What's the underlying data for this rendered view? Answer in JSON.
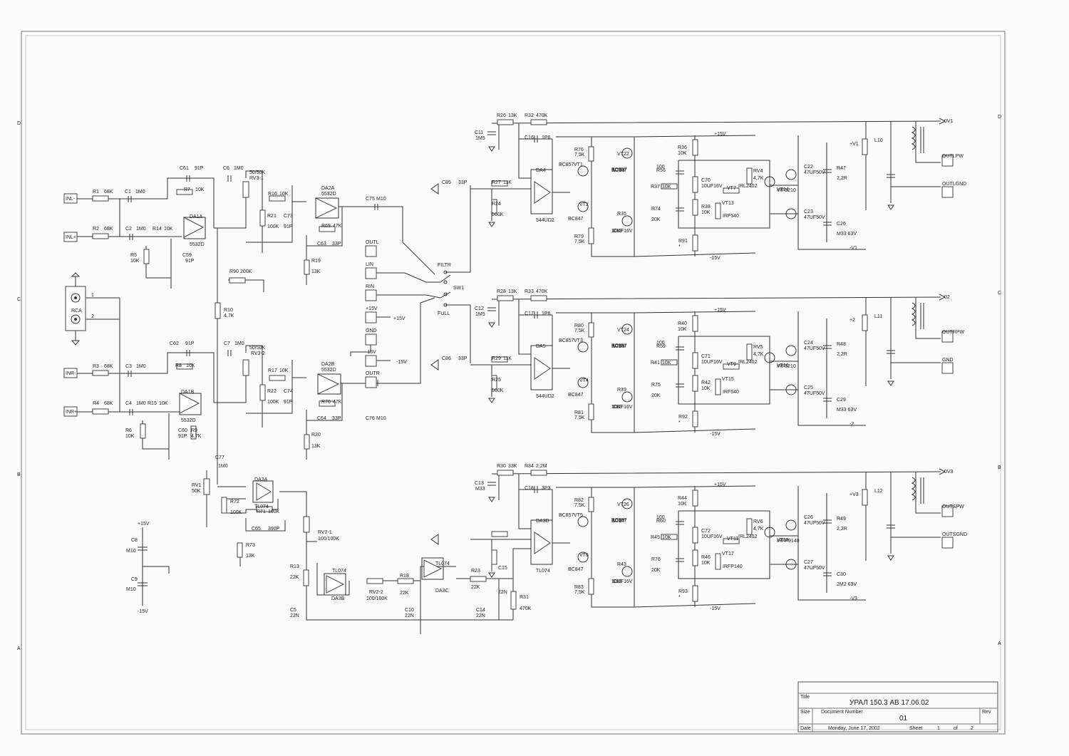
{
  "title_block": {
    "title_label": "Title",
    "title": "УРАЛ 150.3 АВ  17.06.02",
    "size_label": "Size",
    "document_number_label": "Document Number",
    "document_number": "01",
    "rev_label": "Rev",
    "date_label": "Date",
    "date": "Monday, June 17, 2002",
    "sheet_label": "Sheet",
    "sheet": "1",
    "of_label": "of",
    "of": "2"
  },
  "border_letters": [
    "D",
    "C",
    "B",
    "A"
  ],
  "connectors": {
    "inputs": [
      "INL-",
      "INL+",
      "INR-",
      "INR+"
    ],
    "rca": "RCA",
    "middle": [
      "OUTL",
      "LIN",
      "RIN",
      "+15V",
      "GND",
      "-15V",
      "OUTR"
    ],
    "outputs_ch1": [
      "0V1",
      "OUTLPW",
      "OUTLGND"
    ],
    "outputs_ch2": [
      "02",
      "OUTRPW",
      "GND"
    ],
    "outputs_ch3": [
      "0V3",
      "OUTSPW",
      "OUTSGND"
    ]
  },
  "switch": {
    "name": "SW1",
    "filtr": "FILTR",
    "full": "FULL"
  },
  "input_stage": [
    {
      "n": "R1",
      "v": "68K"
    },
    {
      "n": "C1",
      "v": "1M0"
    },
    {
      "n": "C61",
      "v": "91P"
    },
    {
      "n": "C6",
      "v": "1M0"
    },
    {
      "n": "R7",
      "v": "10K"
    },
    {
      "n": "R2",
      "v": "68K"
    },
    {
      "n": "C2",
      "v": "1M0"
    },
    {
      "n": "R14",
      "v": "10K"
    },
    {
      "n": "DA1A",
      "v": "5532D"
    },
    {
      "n": "C59",
      "v": "91P"
    },
    {
      "n": "R5",
      "v": "10K"
    },
    {
      "n": "RV3-1",
      "v": "50/50K"
    },
    {
      "n": "R16",
      "v": "10K"
    },
    {
      "n": "DA2A",
      "v": "5532D"
    },
    {
      "n": "R21",
      "v": "100K"
    },
    {
      "n": "C73",
      "v": "91P"
    },
    {
      "n": "R69",
      "v": "47K"
    },
    {
      "n": "C63",
      "v": "33P"
    },
    {
      "n": "R19",
      "v": "13K"
    },
    {
      "n": "C75",
      "v": "M10"
    },
    {
      "n": "R90",
      "v": "200K"
    },
    {
      "n": "R10",
      "v": "4,7K"
    },
    {
      "n": "C62",
      "v": "91P"
    },
    {
      "n": "C7",
      "v": "1M0"
    },
    {
      "n": "R3",
      "v": "68K"
    },
    {
      "n": "C3",
      "v": "1M0"
    },
    {
      "n": "R8",
      "v": "10K"
    },
    {
      "n": "RV3-2",
      "v": "50/50K"
    },
    {
      "n": "R17",
      "v": "10K"
    },
    {
      "n": "DA2B",
      "v": "5532D"
    },
    {
      "n": "R22",
      "v": "100K"
    },
    {
      "n": "C74",
      "v": "91P"
    },
    {
      "n": "R70",
      "v": "47K"
    },
    {
      "n": "C64",
      "v": "33P"
    },
    {
      "n": "C76",
      "v": "M10"
    },
    {
      "n": "R20",
      "v": "13K"
    },
    {
      "n": "R4",
      "v": "68K"
    },
    {
      "n": "C4",
      "v": "1M0"
    },
    {
      "n": "R15",
      "v": "10K"
    },
    {
      "n": "DA1B",
      "v": "5532D"
    },
    {
      "n": "R6",
      "v": "10K"
    },
    {
      "n": "C60",
      "v": "91P"
    },
    {
      "n": "R9",
      "v": "4,7K"
    },
    {
      "n": "C77",
      "v": "1M0"
    }
  ],
  "sub_stage": [
    {
      "n": "RV1",
      "v": "50K"
    },
    {
      "n": "DA3A",
      "v": "TL074"
    },
    {
      "n": "R72",
      "v": "100K"
    },
    {
      "n": "R71",
      "v": "100K"
    },
    {
      "n": "C65",
      "v": "390P"
    },
    {
      "n": "R73",
      "v": "13K"
    },
    {
      "n": "RV2-1",
      "v": "100/100K"
    },
    {
      "n": "R13",
      "v": "22K"
    },
    {
      "n": "DA3B",
      "v": "TL074"
    },
    {
      "n": "RV2-2",
      "v": "100/100K"
    },
    {
      "n": "R18",
      "v": "22K"
    },
    {
      "n": "DA3C",
      "v": "TL074"
    },
    {
      "n": "R23",
      "v": "22K"
    },
    {
      "n": "C15",
      "v": "22N"
    },
    {
      "n": "C14",
      "v": "22N"
    },
    {
      "n": "C10",
      "v": "22N"
    },
    {
      "n": "C5",
      "v": "22N"
    },
    {
      "n": "R31",
      "v": "470K"
    },
    {
      "n": "C8",
      "v": "M10"
    },
    {
      "n": "C9",
      "v": "M10"
    }
  ],
  "supply": {
    "pos": "+15V",
    "neg": "-15V"
  },
  "ch1": {
    "top": [
      {
        "n": "R26",
        "v": "13K"
      },
      {
        "n": "R32",
        "v": "470K"
      },
      {
        "n": "C11",
        "v": "1M5"
      },
      {
        "n": "C16",
        "v": "1P6"
      }
    ],
    "in": [
      {
        "n": "C85",
        "v": "33P"
      },
      {
        "n": "R27",
        "v": "11K"
      },
      {
        "n": "R24",
        "v": "560K"
      }
    ],
    "opamp": {
      "n": "DA4",
      "v": "544UD2"
    },
    "parts": [
      {
        "n": "R76",
        "v": "7,5K"
      },
      {
        "n": "VT1",
        "v": "BC857"
      },
      {
        "n": "VT2",
        "v": "BC847"
      },
      {
        "n": "R79",
        "v": "7,5K"
      },
      {
        "n": "VT22",
        "v": "BC847"
      },
      {
        "n": "VT23",
        "v": "BC857"
      },
      {
        "n": "R35",
        "v": "10K"
      },
      {
        "n": "C19",
        "v": "10UF16V"
      },
      {
        "n": "R36",
        "v": "10K"
      },
      {
        "n": "R56",
        "v": "100"
      },
      {
        "n": "C70",
        "v": "10UF16V"
      },
      {
        "n": "R37",
        "v": "10K"
      },
      {
        "n": "R38",
        "v": "10K"
      },
      {
        "n": "R74",
        "v": "20K"
      },
      {
        "n": "R91",
        "v": "*"
      },
      {
        "n": "RV4",
        "v": "4,7K"
      },
      {
        "n": "VT7",
        "v": "IRL2402"
      },
      {
        "n": "VT13",
        "v": "IRF540"
      },
      {
        "n": "VT14",
        "v": "IRF5210"
      },
      {
        "n": "C22",
        "v": "47UF50V"
      },
      {
        "n": "C23",
        "v": "47UF50V"
      },
      {
        "n": "R47",
        "v": "2,2R"
      },
      {
        "n": "C26",
        "v": "M33 63V"
      },
      {
        "n": "L10",
        "v": ""
      }
    ],
    "rails": [
      "+V1",
      "-V1"
    ]
  },
  "ch2": {
    "top": [
      {
        "n": "R28",
        "v": "13K"
      },
      {
        "n": "R33",
        "v": "470K"
      },
      {
        "n": "C12",
        "v": "1M5"
      },
      {
        "n": "C17",
        "v": "1P6"
      }
    ],
    "in": [
      {
        "n": "C86",
        "v": "33P"
      },
      {
        "n": "R29",
        "v": "11K"
      },
      {
        "n": "R25",
        "v": "560K"
      }
    ],
    "opamp": {
      "n": "DA5",
      "v": "544UD2"
    },
    "parts": [
      {
        "n": "R80",
        "v": "7,5K"
      },
      {
        "n": "VT3",
        "v": "BC857"
      },
      {
        "n": "VT4",
        "v": "BC847"
      },
      {
        "n": "R81",
        "v": "7,5K"
      },
      {
        "n": "VT24",
        "v": "BC847"
      },
      {
        "n": "VT25",
        "v": "BC857"
      },
      {
        "n": "R39",
        "v": "10K"
      },
      {
        "n": "C20",
        "v": "10UF16V"
      },
      {
        "n": "R40",
        "v": "10K"
      },
      {
        "n": "R59",
        "v": "100"
      },
      {
        "n": "C71",
        "v": "10UF16V"
      },
      {
        "n": "R41",
        "v": "10K"
      },
      {
        "n": "R42",
        "v": "10K"
      },
      {
        "n": "R75",
        "v": "20K"
      },
      {
        "n": "R92",
        "v": "*"
      },
      {
        "n": "RV5",
        "v": "4,7K"
      },
      {
        "n": "VT9",
        "v": "IRL2402"
      },
      {
        "n": "VT15",
        "v": "IRF540"
      },
      {
        "n": "VT16",
        "v": "IRF5210"
      },
      {
        "n": "C24",
        "v": "47UF50V"
      },
      {
        "n": "C25",
        "v": "47UF50V"
      },
      {
        "n": "R48",
        "v": "2,2R"
      },
      {
        "n": "C29",
        "v": "M33 63V"
      },
      {
        "n": "L11",
        "v": ""
      }
    ],
    "rails": [
      "+2",
      "-2"
    ]
  },
  "ch3": {
    "top": [
      {
        "n": "R30",
        "v": "33K"
      },
      {
        "n": "R34",
        "v": "2,2M"
      },
      {
        "n": "C13",
        "v": "M33"
      },
      {
        "n": "C18",
        "v": "3P3"
      }
    ],
    "opamp": {
      "n": "DA3D",
      "v": "TL074"
    },
    "parts": [
      {
        "n": "R82",
        "v": "7,5K"
      },
      {
        "n": "VT5",
        "v": "BC857"
      },
      {
        "n": "VT6",
        "v": "BC847"
      },
      {
        "n": "R83",
        "v": "7,5K"
      },
      {
        "n": "VT26",
        "v": "BC847"
      },
      {
        "n": "VT27",
        "v": "BC857"
      },
      {
        "n": "R43",
        "v": "10K"
      },
      {
        "n": "C21",
        "v": "10UF16V"
      },
      {
        "n": "R44",
        "v": "10K"
      },
      {
        "n": "R60",
        "v": "100"
      },
      {
        "n": "C72",
        "v": "10UF16V"
      },
      {
        "n": "R45",
        "v": "10K"
      },
      {
        "n": "R46",
        "v": "10K"
      },
      {
        "n": "R76",
        "v": "20K"
      },
      {
        "n": "R93",
        "v": "*"
      },
      {
        "n": "RV6",
        "v": "4,7K"
      },
      {
        "n": "VT11",
        "v": "IRL2402"
      },
      {
        "n": "VT17",
        "v": "IRFP140"
      },
      {
        "n": "VT18",
        "v": "IRFP9140"
      },
      {
        "n": "C26",
        "v": "47UF50V"
      },
      {
        "n": "C27",
        "v": "47UF50V"
      },
      {
        "n": "R49",
        "v": "2,2R"
      },
      {
        "n": "C30",
        "v": "2M2 63V"
      },
      {
        "n": "L12",
        "v": ""
      }
    ],
    "rails": [
      "+V3",
      "-V3"
    ]
  }
}
